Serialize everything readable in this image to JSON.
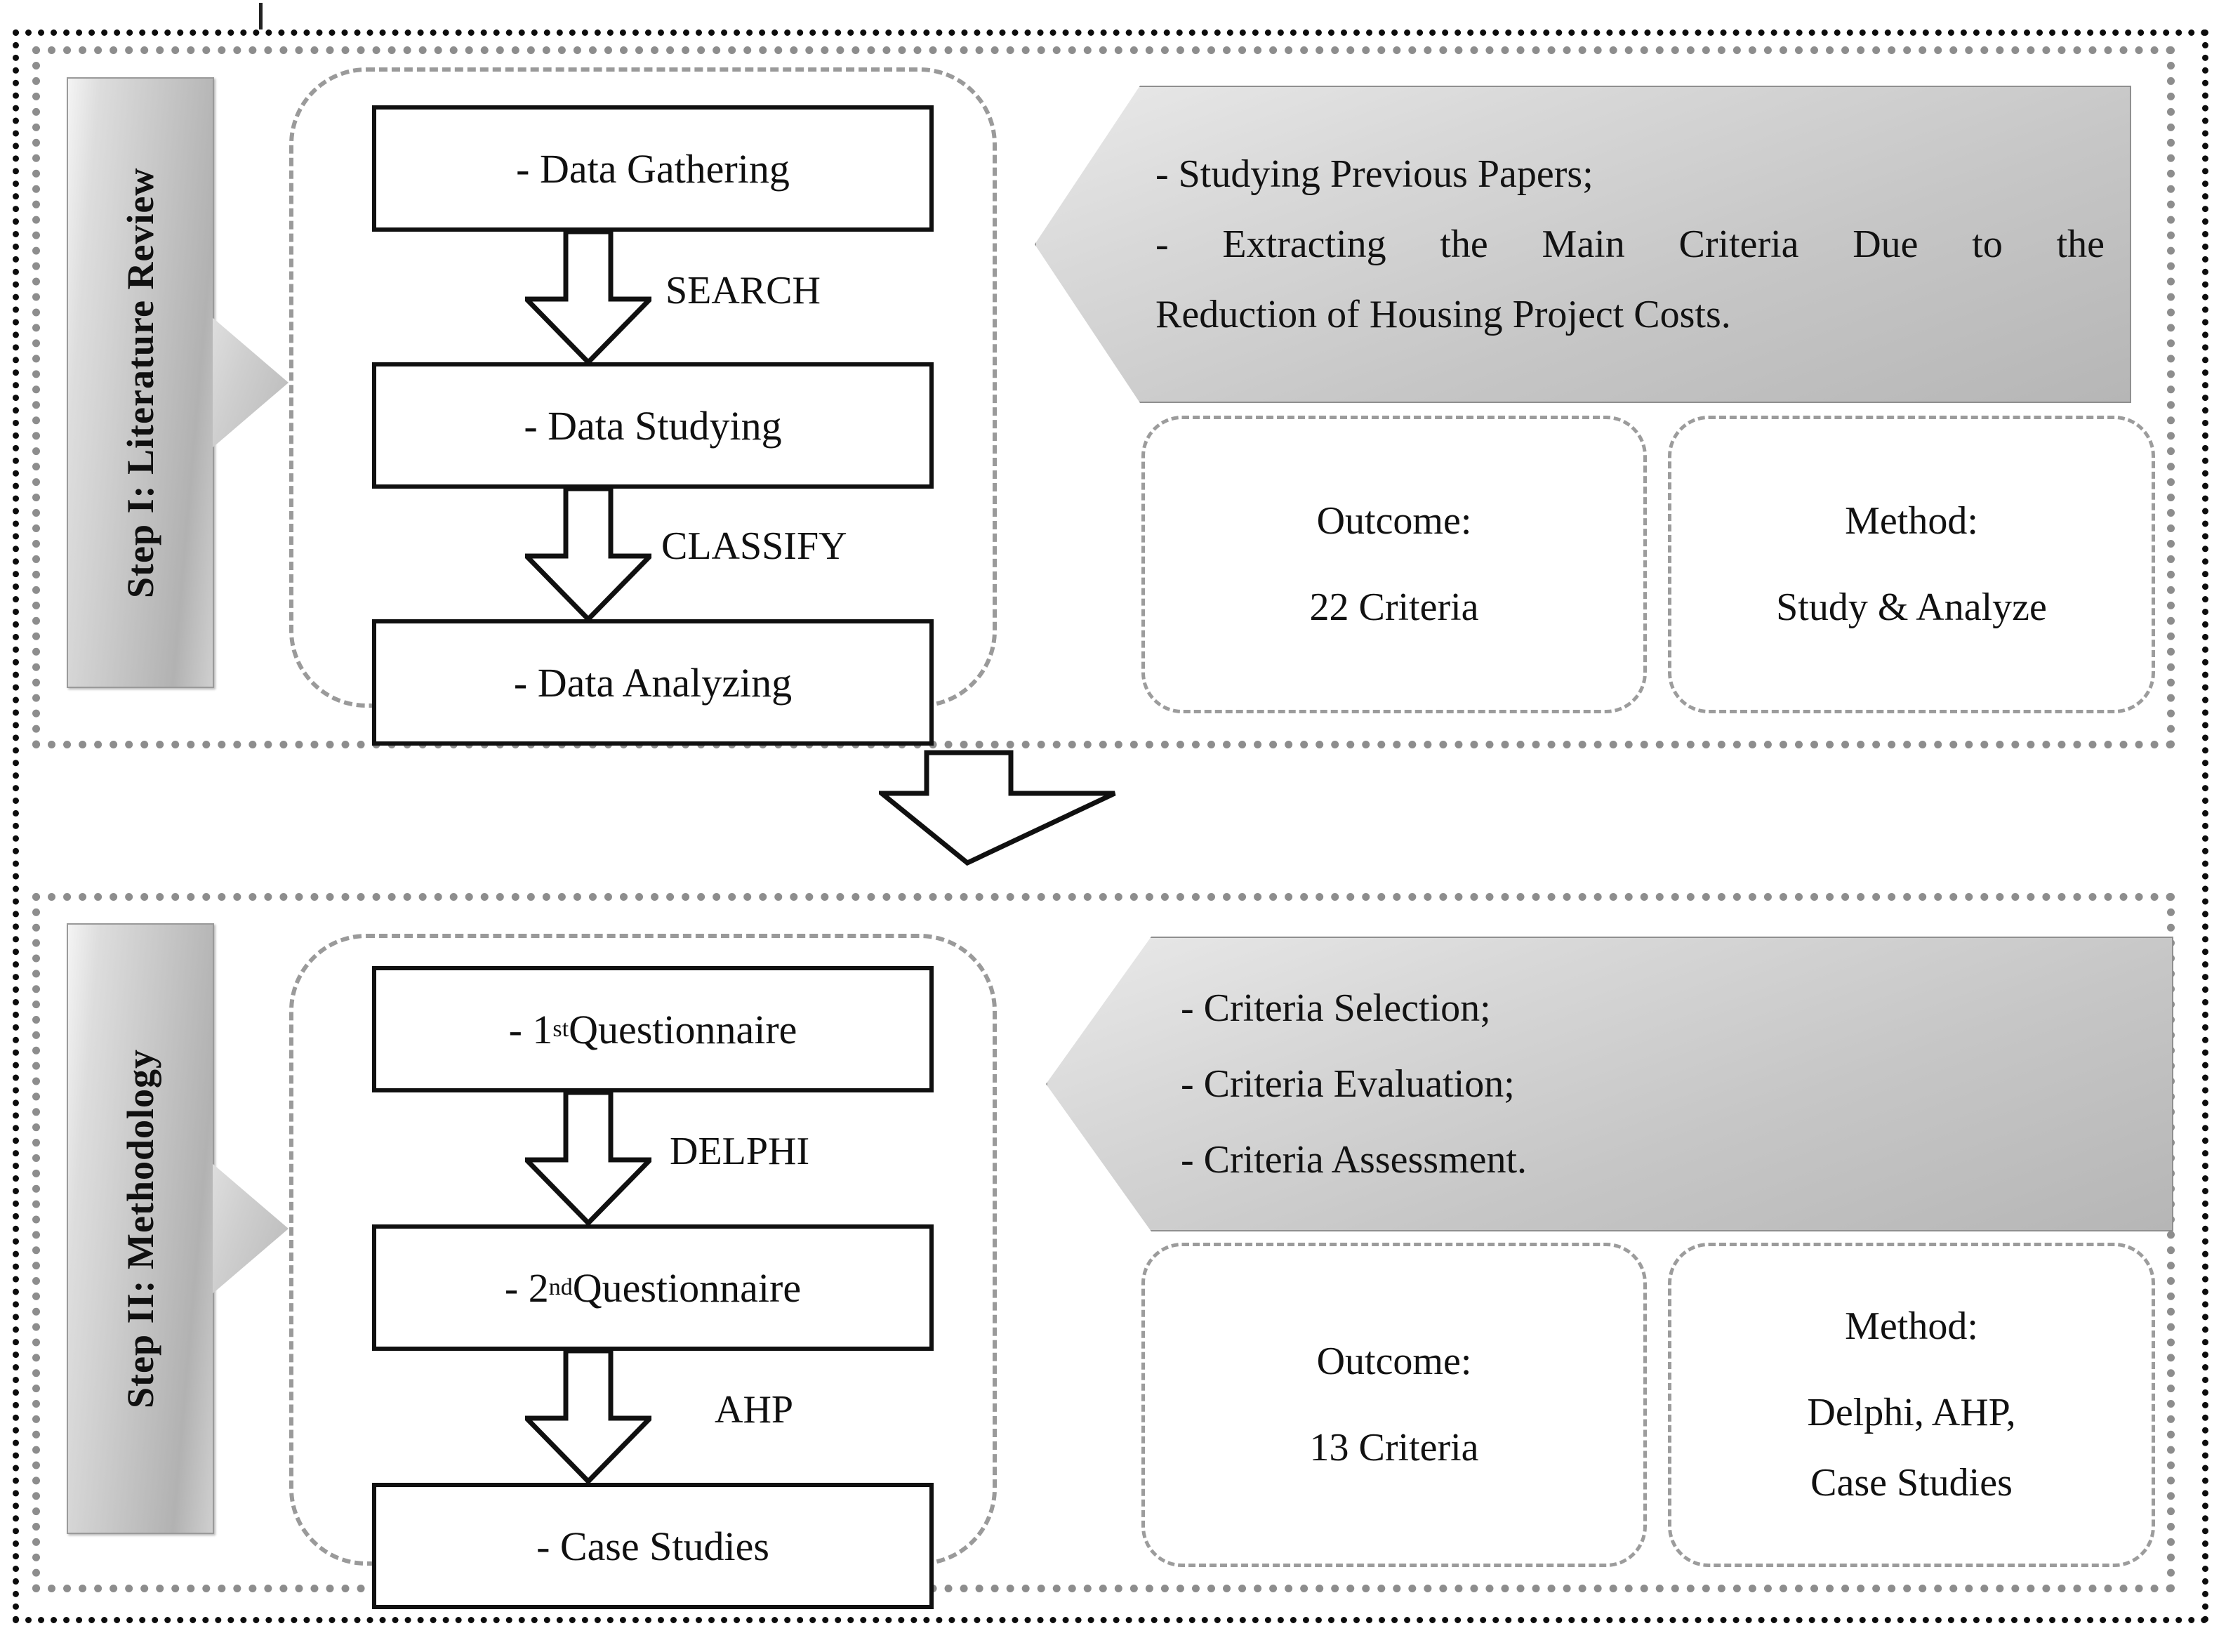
{
  "figure": {
    "title": "Research framework: two-step methodology flowchart"
  },
  "steps": [
    {
      "id": "step-1",
      "label": "Step I: Literature Review",
      "flow": {
        "boxes": [
          {
            "text": "- Data Gathering"
          },
          {
            "text": "- Data Studying"
          },
          {
            "text": "- Data Analyzing"
          }
        ],
        "arrow_captions": [
          "SEARCH",
          "CLASSIFY"
        ]
      },
      "callout": {
        "lines": [
          "- Studying Previous Papers;",
          "- Extracting the Main Criteria Due to the",
          "Reduction of Housing Project Costs."
        ]
      },
      "outcome": {
        "title": "Outcome:",
        "value": "22 Criteria"
      },
      "method": {
        "title": "Method:",
        "value": "Study & Analyze"
      }
    },
    {
      "id": "step-2",
      "label": "Step II: Methodology",
      "flow": {
        "boxes": [
          {
            "prefix": "- 1",
            "sup": "st",
            "suffix": " Questionnaire"
          },
          {
            "prefix": "- 2",
            "sup": "nd",
            "suffix": " Questionnaire"
          },
          {
            "text": "- Case Studies"
          }
        ],
        "arrow_captions": [
          "DELPHI",
          "AHP"
        ]
      },
      "callout": {
        "lines": [
          "- Criteria Selection;",
          "- Criteria Evaluation;",
          "- Criteria Assessment."
        ]
      },
      "outcome": {
        "title": "Outcome:",
        "value": "13 Criteria"
      },
      "method": {
        "title": "Method:",
        "value_line1": "Delphi, AHP,",
        "value_line2": "Case Studies"
      }
    }
  ],
  "connector": {
    "name": "step-1-to-step-2-arrow",
    "direction": "down"
  },
  "colors": {
    "outer_border": "#0d0d0d",
    "step_border": "#8d8d8d",
    "dashed_gray": "#9a9a9a",
    "box_border": "#101010",
    "gradient_light": "#e9e9e9",
    "gradient_dark": "#b2b2b2",
    "text": "#101010",
    "background": "#ffffff"
  }
}
